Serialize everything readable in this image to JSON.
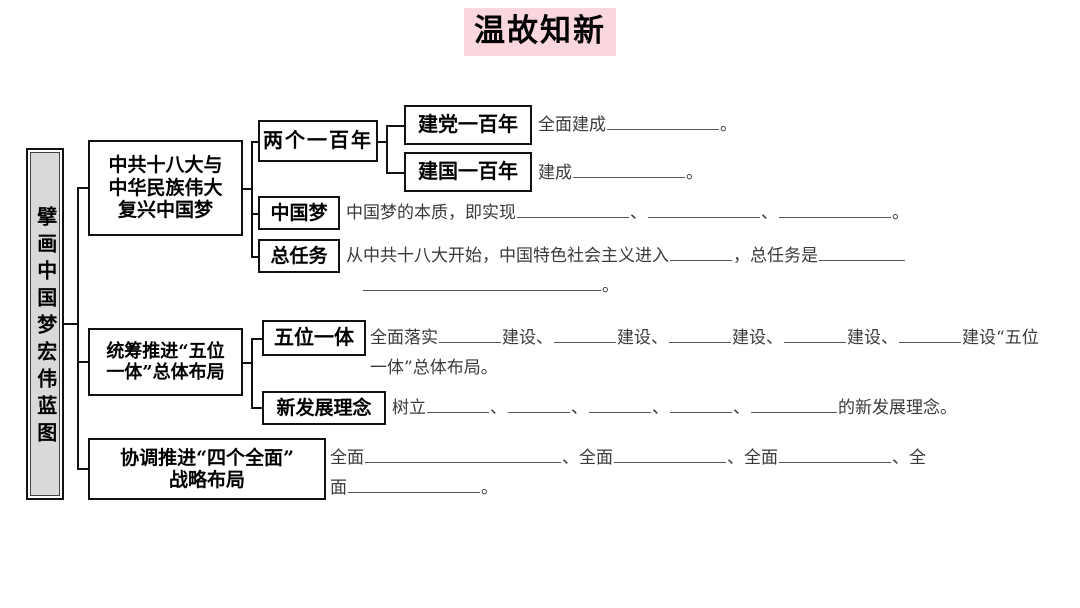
{
  "title": "温故知新",
  "colors": {
    "title_highlight": "#f9d7dd",
    "root_box_fill": "#d9d9d9",
    "line": "#111111",
    "prose_text": "#3a3a3a"
  },
  "root": {
    "label": "擘画中国梦宏伟蓝图"
  },
  "level1": [
    {
      "id": "l1-a",
      "label": "中共十八大与\n中华民族伟大\n复兴中国梦"
    },
    {
      "id": "l1-b",
      "label": "统筹推进“五位\n一体”总体布局"
    },
    {
      "id": "l1-c",
      "label": "协调推进“四个全面”\n战略布局"
    }
  ],
  "level2": [
    {
      "id": "l2-a",
      "label": "两个一百年"
    },
    {
      "id": "l2-b",
      "label": "中国梦"
    },
    {
      "id": "l2-c",
      "label": "总任务"
    },
    {
      "id": "l2-d",
      "label": "五位一体"
    },
    {
      "id": "l2-e",
      "label": "新发展理念"
    }
  ],
  "level3": [
    {
      "id": "l3-a",
      "label": "建党一百年"
    },
    {
      "id": "l3-b",
      "label": "建国一百年"
    }
  ],
  "prose": {
    "jiandang": {
      "before": "全面建成",
      "after": "。"
    },
    "jianguo": {
      "before": "建成",
      "after": "。"
    },
    "zhongguomeng": {
      "lead": "中国梦的本质，即实现",
      "sep1": "、",
      "sep2": "、",
      "end": "。"
    },
    "zongrenwu": {
      "lead": "从中共十八大开始，中国特色社会主义进入",
      "mid": "，总任务是",
      "end": "。"
    },
    "wuweiyiti": {
      "lead": "全面落实",
      "w1": "建设、",
      "w2": "建设、",
      "w3": "建设、",
      "w4": "建设、",
      "w5": "建",
      "tail": "设“五位一体”总体布局。"
    },
    "xinfazhan": {
      "lead": "树立",
      "s1": "、",
      "s2": "、",
      "s3": "、",
      "s4": "、",
      "tail": "的新发展理念。"
    },
    "sigequanmian": {
      "q1": "全面",
      "q2": "、全面",
      "q3": "、全面",
      "q4": "、全",
      "q5": "面",
      "end": "。"
    }
  }
}
